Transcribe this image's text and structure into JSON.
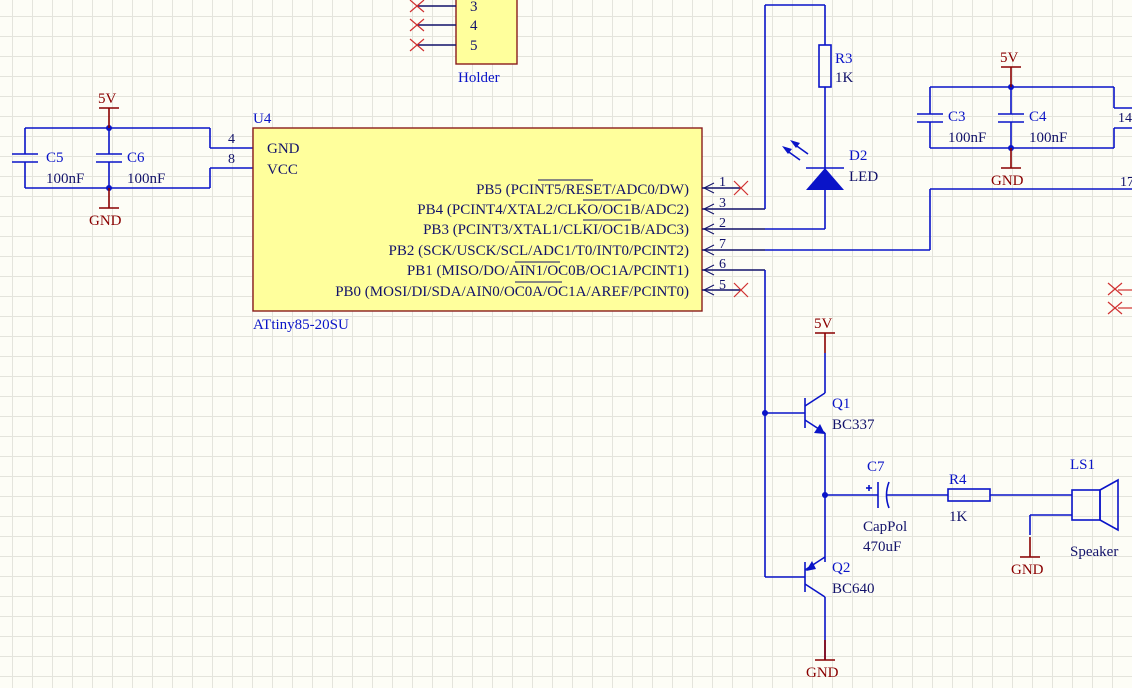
{
  "holder": {
    "pins": [
      "3",
      "4",
      "5"
    ],
    "label": "Holder"
  },
  "u4": {
    "designator": "U4",
    "part": "ATtiny85-20SU",
    "left_pins": [
      {
        "number": "4",
        "name": "GND"
      },
      {
        "number": "8",
        "name": "VCC"
      }
    ],
    "right_pins": [
      {
        "number": "1",
        "name": "PB5 (PCINT5/RESET/ADC0/DW)"
      },
      {
        "number": "3",
        "name": "PB4 (PCINT4/XTAL2/CLKO/OC1B/ADC2)"
      },
      {
        "number": "2",
        "name": "PB3 (PCINT3/XTAL1/CLKI/OC1B/ADC3)"
      },
      {
        "number": "7",
        "name": "PB2 (SCK/USCK/SCL/ADC1/T0/INT0/PCINT2)"
      },
      {
        "number": "6",
        "name": "PB1 (MISO/DO/AIN1/OC0B/OC1A/PCINT1)"
      },
      {
        "number": "5",
        "name": "PB0 (MOSI/DI/SDA/AIN0/OC0A/OC1A/AREF/PCINT0)"
      }
    ]
  },
  "power": {
    "vcc_label": "5V",
    "gnd_label": "GND"
  },
  "components": {
    "c5": {
      "designator": "C5",
      "value": "100nF"
    },
    "c6": {
      "designator": "C6",
      "value": "100nF"
    },
    "c3": {
      "designator": "C3",
      "value": "100nF"
    },
    "c4": {
      "designator": "C4",
      "value": "100nF"
    },
    "r3": {
      "designator": "R3",
      "value": "1K"
    },
    "d2": {
      "designator": "D2",
      "value": "LED"
    },
    "q1": {
      "designator": "Q1",
      "value": "BC337"
    },
    "q2": {
      "designator": "Q2",
      "value": "BC640"
    },
    "c7": {
      "designator": "C7",
      "value": "CapPol",
      "value2": "470uF"
    },
    "r4": {
      "designator": "R4",
      "value": "1K"
    },
    "ls1": {
      "designator": "LS1",
      "value": "Speaker"
    }
  },
  "edge_pins": {
    "top_right": "14",
    "mid_right": "17"
  },
  "colors": {
    "wire": "#0a14c8",
    "power": "#8a0000",
    "chip_fill": "#ffff9c",
    "chip_border": "#8a1c1c",
    "no_connect": "#d03030",
    "grid": "#e4e4dc"
  }
}
